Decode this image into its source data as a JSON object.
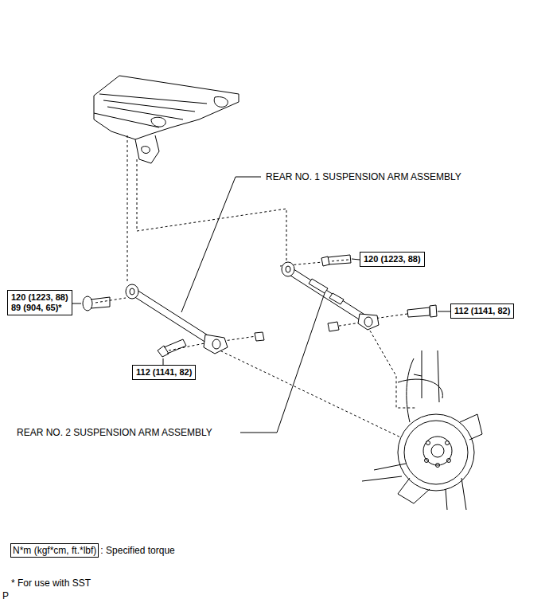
{
  "diagram": {
    "nodes": [
      {
        "text": [
          "120 (1223, 88)",
          "89 (904, 65)*"
        ]
      },
      {
        "text": [
          "112 (1141, 82)"
        ]
      },
      {
        "text": [
          "120 (1223, 88)"
        ]
      },
      {
        "text": [
          "112 (1141, 82)"
        ]
      },
      {
        "text": [
          "N*m (kgf*cm, ft.*lbf)"
        ]
      }
    ],
    "labels": [
      "REAR NO. 1 SUSPENSION ARM ASSEMBLY",
      "REAR NO. 2 SUSPENSION ARM ASSEMBLY",
      ": Specified torque",
      "* For use with SST",
      "P"
    ]
  }
}
